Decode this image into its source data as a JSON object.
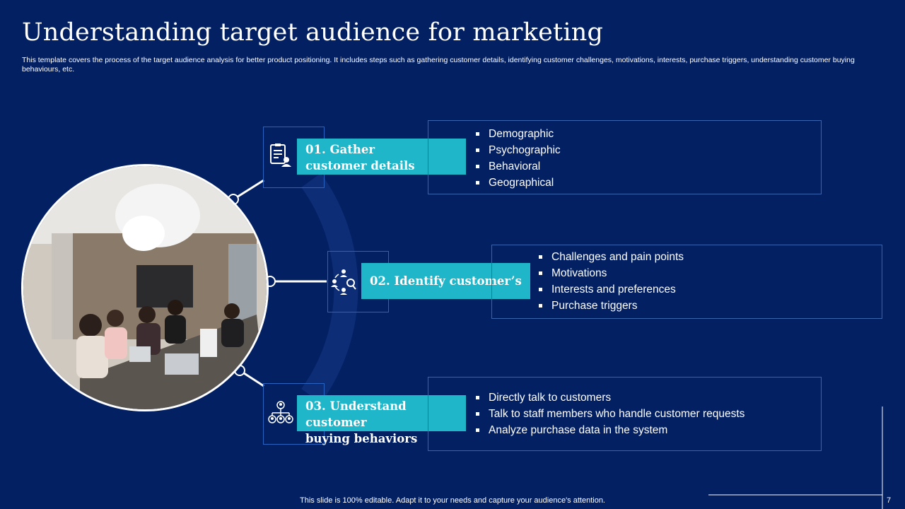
{
  "title": "Understanding target audience for marketing",
  "subtitle": "This template covers the process of the target audience analysis for better product positioning. It includes steps such as gathering customer details, identifying customer challenges, motivations, interests, purchase triggers, understanding customer buying behaviours, etc.",
  "steps": [
    {
      "label_line1": "01. Gather",
      "label_line2": "customer details",
      "icon": "document-person-icon",
      "items": [
        "Demographic",
        "Psychographic",
        "Behavioral",
        "Geographical"
      ]
    },
    {
      "label_line1": "02. Identify customer’s",
      "label_line2": "",
      "icon": "people-search-icon",
      "items": [
        "Challenges and pain points",
        "Motivations",
        "Interests  and preferences",
        "Purchase triggers"
      ]
    },
    {
      "label_line1": "03. Understand customer",
      "label_line2": "buying behaviors",
      "icon": "org-chart-icon",
      "items": [
        "Directly talk to customers",
        "Talk to staff members who handle customer requests",
        "Analyze purchase data in the system"
      ]
    }
  ],
  "footer": "This slide is 100% editable. Adapt it to your needs and capture your audience's attention.",
  "page_number": "7",
  "colors": {
    "background": "#032063",
    "accent": "#1fb6c9",
    "box_border": "#2a62c0"
  }
}
